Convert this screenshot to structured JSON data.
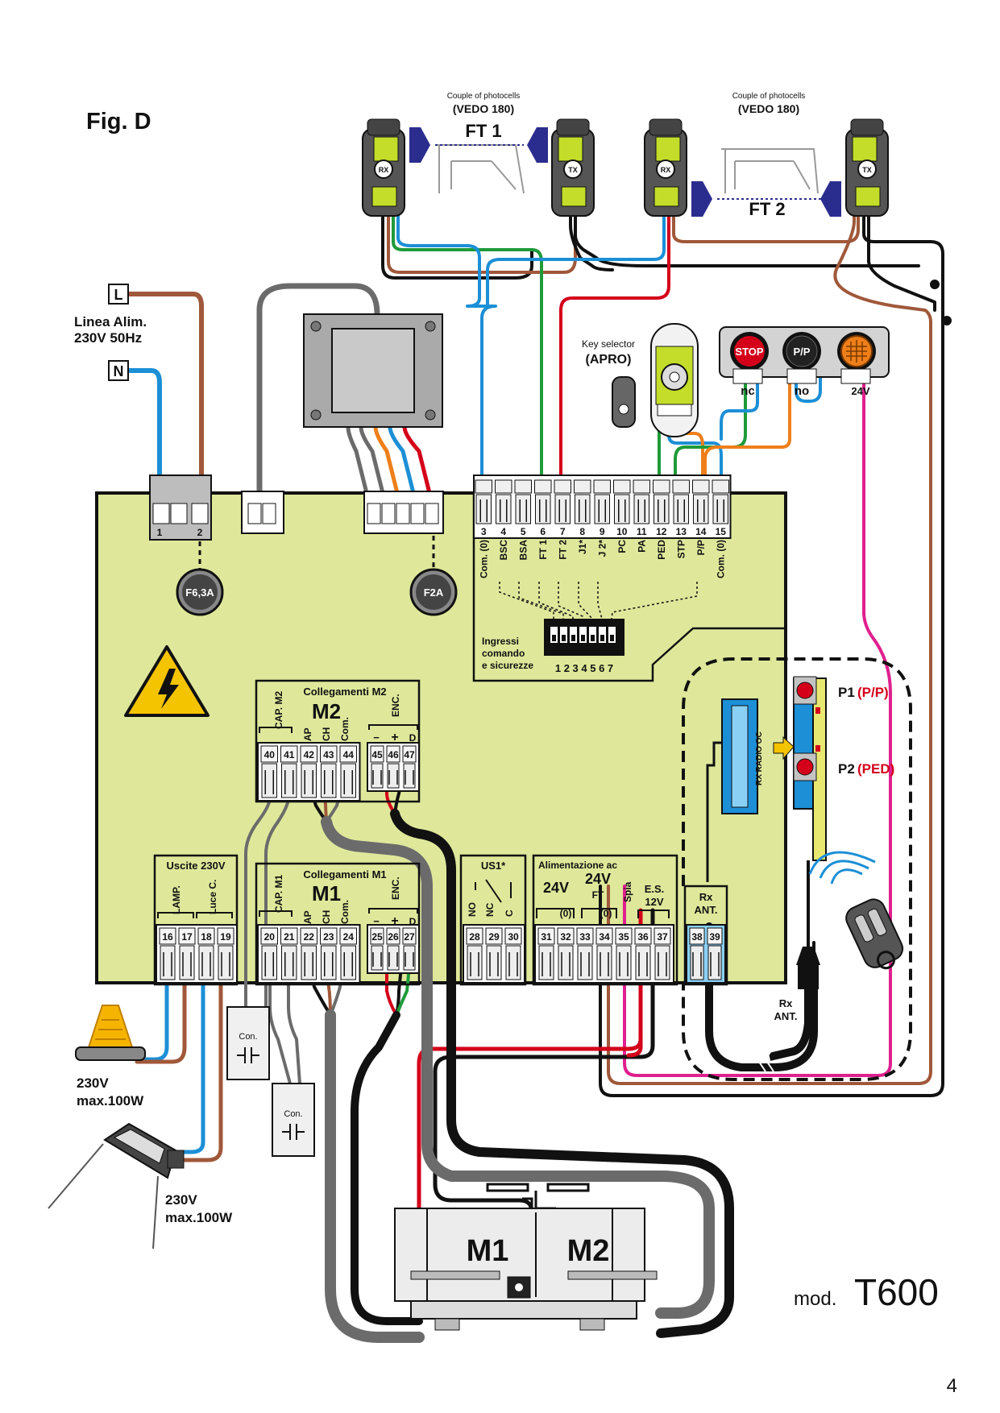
{
  "figure": {
    "title": "Fig. D",
    "model_prefix": "mod.",
    "model": "T600",
    "page_number": "4"
  },
  "photocells": {
    "pair_caption": "Couple of photocells",
    "pair_model": "(VEDO 180)",
    "ft1": "FT 1",
    "ft2": "FT 2",
    "rx": "RX",
    "tx": "TX"
  },
  "mains": {
    "l": "L",
    "n": "N",
    "label_line1": "Linea Alim.",
    "label_line2": "230V 50Hz"
  },
  "fuses": {
    "f1": "F6,3A",
    "f2": "F2A"
  },
  "power_terminals": [
    "1",
    "2"
  ],
  "key_selector": {
    "caption": "Key selector",
    "model": "(APRO)"
  },
  "buttons": {
    "stop": "STOP",
    "pp": "P/P",
    "nc": "nc",
    "no": "no",
    "v24": "24V"
  },
  "inputs": {
    "numbers": [
      "3",
      "4",
      "5",
      "6",
      "7",
      "8",
      "9",
      "10",
      "11",
      "12",
      "13",
      "14",
      "15"
    ],
    "labels": [
      "Com. (0)",
      "BSC",
      "BSA",
      "FT 1",
      "FT 2",
      "J1*",
      "J 2*",
      "PC",
      "PA",
      "PED",
      "STP",
      "P/P",
      "Com. (0)"
    ],
    "dip_caption_1": "Ingressi",
    "dip_caption_2": "comando",
    "dip_caption_3": "e sicurezze",
    "dip_numbers": "1 2 3 4 5 6 7"
  },
  "m2_block": {
    "title": "Collegamenti M2",
    "motor": "M2",
    "cap": "CAP. M2",
    "ap": "AP",
    "ch": "CH",
    "com": "Com.",
    "enc": "ENC.",
    "minus": "−",
    "plus": "+",
    "d": "D",
    "numbers": [
      "40",
      "41",
      "42",
      "43",
      "44"
    ],
    "enc_numbers": [
      "45",
      "46",
      "47"
    ]
  },
  "m1_block": {
    "title": "Collegamenti M1",
    "motor": "M1",
    "cap": "CAP. M1",
    "ap": "AP",
    "ch": "CH",
    "com": "Com.",
    "enc": "ENC.",
    "minus": "−",
    "plus": "+",
    "d": "D",
    "numbers": [
      "20",
      "21",
      "22",
      "23",
      "24"
    ],
    "enc_numbers": [
      "25",
      "26",
      "27"
    ]
  },
  "outputs": {
    "title": "Uscite 230V",
    "lamp": "LAMP.",
    "luce": "Luce C.",
    "numbers": [
      "16",
      "17",
      "18",
      "19"
    ]
  },
  "us1": {
    "title": "US1*",
    "no": "NO",
    "nc": "NC",
    "c": "C",
    "numbers": [
      "28",
      "29",
      "30"
    ]
  },
  "supply": {
    "title": "Alimentazione ac",
    "v24": "24V",
    "zero": "(0)",
    "v24ft_1": "24V",
    "v24ft_2": "FT",
    "zero2": "(0)",
    "spia": "Spia",
    "es_1": "E.S.",
    "es_2": "12V",
    "numbers": [
      "31",
      "32",
      "33",
      "34",
      "35",
      "36",
      "37"
    ]
  },
  "antenna": {
    "block_1": "Rx",
    "block_2": "ANT.",
    "numbers": [
      "38",
      "39"
    ],
    "cable_1": "Rx",
    "cable_2": "ANT."
  },
  "radio": {
    "module": "RX RADIO OC",
    "p1": "P1",
    "p1_fn": "(P/P)",
    "p2": "P2",
    "p2_fn": "(PED)"
  },
  "loads": {
    "lamp_1": "230V",
    "lamp_2": "max.100W",
    "light_1": "230V",
    "light_2": "max.100W"
  },
  "capacitors": {
    "label": "Con."
  },
  "motors": {
    "m1": "M1",
    "m2": "M2"
  },
  "colors": {
    "board": "#dfe89a",
    "wire_brown": "#a0583a",
    "wire_blue": "#1c8fd6",
    "wire_green": "#1f9a3a",
    "wire_red": "#d4001a",
    "wire_orange": "#ee7f1a",
    "wire_magenta": "#e0208f",
    "wire_grey": "#6b6b6b",
    "wire_black": "#111111",
    "label_red": "#d4001a"
  }
}
